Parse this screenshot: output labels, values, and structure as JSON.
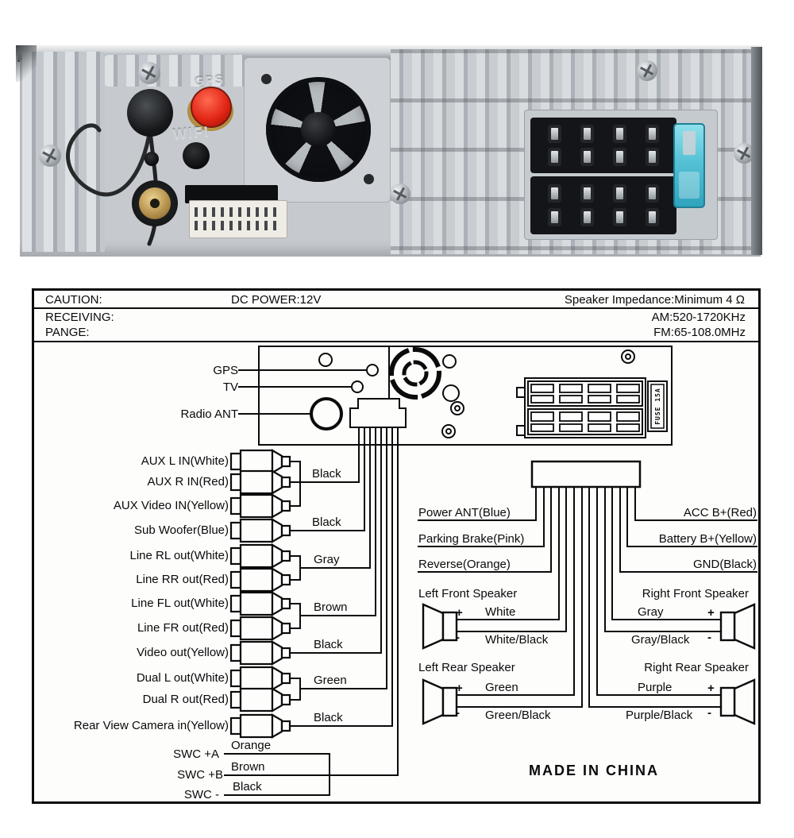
{
  "header": {
    "caution": "CAUTION:",
    "dc_power": "DC POWER:12V",
    "impedance": "Speaker Impedance:Minimum 4 Ω",
    "receiving": "RECEIVING:",
    "pange": "PANGE:",
    "am_range": "AM:520-1720KHz",
    "fm_range": "FM:65-108.0MHz"
  },
  "photo": {
    "gps_marking": "GPS",
    "wifi_marking": "WIFI"
  },
  "unit": {
    "gps_label": "GPS",
    "tv_label": "TV",
    "radio_ant_label": "Radio ANT",
    "fuse_label": "FUSE 15A"
  },
  "rca_inputs": [
    {
      "label": "AUX L IN(White)"
    },
    {
      "label": "AUX R IN(Red)"
    },
    {
      "label": "AUX Video  IN(Yellow)"
    },
    {
      "label": "Sub Woofer(Blue)"
    },
    {
      "label": "Line RL out(White)"
    },
    {
      "label": "Line RR out(Red)"
    },
    {
      "label": "Line FL out(White)"
    },
    {
      "label": "Line FR out(Red)"
    },
    {
      "label": "Video out(Yellow)"
    },
    {
      "label": "Dual L out(White)"
    },
    {
      "label": "Dual R out(Red)"
    },
    {
      "label": "Rear View Camera in(Yellow)"
    }
  ],
  "rca_wire_colors": [
    "Black",
    "Black",
    "Gray",
    "Brown",
    "Black",
    "Green",
    "Black"
  ],
  "swc": {
    "a_label": "SWC +A",
    "a_color": "Orange",
    "b_label": "SWC +B",
    "b_color": "Brown",
    "minus_label": "SWC -",
    "minus_color": "Black"
  },
  "power_wires": {
    "power_ant": "Power ANT(Blue)",
    "parking_brake": "Parking Brake(Pink)",
    "reverse": "Reverse(Orange)",
    "acc": "ACC B+(Red)",
    "battery": "Battery B+(Yellow)",
    "gnd": "GND(Black)"
  },
  "speakers": {
    "left_front": {
      "title": "Left Front Speaker",
      "plus_wire": "White",
      "minus_wire": "White/Black"
    },
    "left_rear": {
      "title": "Left Rear Speaker",
      "plus_wire": "Green",
      "minus_wire": "Green/Black"
    },
    "right_front": {
      "title": "Right Front Speaker",
      "plus_wire": "Gray",
      "minus_wire": "Gray/Black"
    },
    "right_rear": {
      "title": "Right Rear Speaker",
      "plus_wire": "Purple",
      "minus_wire": "Purple/Black"
    }
  },
  "signs": {
    "plus": "+",
    "minus": "-"
  },
  "footer": {
    "made_in": "MADE IN CHINA"
  }
}
